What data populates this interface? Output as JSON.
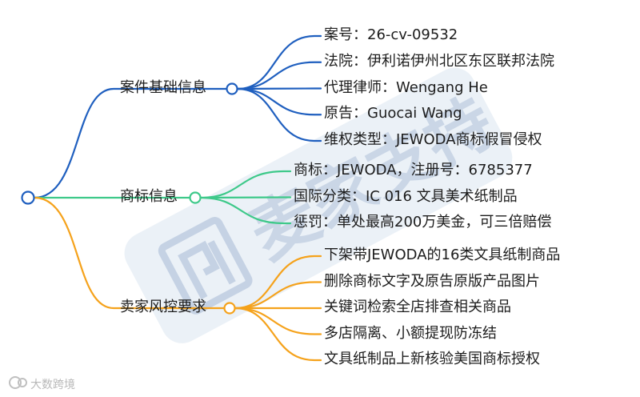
{
  "root": {
    "label": ""
  },
  "colors": {
    "blue": "#1f5fbf",
    "green": "#3ec98a",
    "orange": "#f5a21b",
    "text": "#1c1c1c",
    "watermark_fill": "#dbe5f1",
    "watermark_text": "#c5d2e4"
  },
  "branches": [
    {
      "label": "案件基础信息",
      "color": "blue",
      "leaves": [
        "案号：26-cv-09532",
        "法院：伊利诺伊州北区东区联邦法院",
        "代理律师：Wengang He",
        "原告：Guocai Wang",
        "维权类型：JEWODA商标假冒侵权"
      ]
    },
    {
      "label": "商标信息",
      "color": "green",
      "leaves": [
        "商标：JEWODA，注册号：6785377",
        "国际分类：IC 016 文具美术纸制品",
        "惩罚：单处最高200万美金，可三倍赔偿"
      ]
    },
    {
      "label": "卖家风控要求",
      "color": "orange",
      "leaves": [
        "下架带JEWODA的16类文具纸制商品",
        "删除商标文字及原告原版产品图片",
        "关键词检索全店排查相关商品",
        "多店隔离、小额提现防冻结",
        "文具纸制品上新核验美国商标授权"
      ]
    }
  ],
  "watermark": {
    "text": "麦家支持",
    "footer": "大数跨境"
  }
}
